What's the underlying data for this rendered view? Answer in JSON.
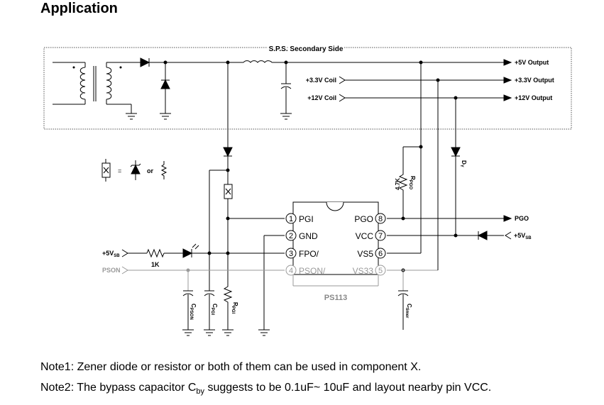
{
  "heading": "Application",
  "diagram": {
    "frame_label": "S.P.S. Secondary Side",
    "outputs": [
      "+5V Output",
      "+3.3V Output",
      "+12V Output"
    ],
    "coils": [
      "+3.3V Coil",
      "+12V Coil"
    ],
    "chip_name": "PS113",
    "pins_left": [
      {
        "num": "1",
        "name": "PGI"
      },
      {
        "num": "2",
        "name": "GND"
      },
      {
        "num": "3",
        "name": "FPO/"
      },
      {
        "num": "4",
        "name": "PSON/"
      }
    ],
    "pins_right": [
      {
        "num": "8",
        "name": "PGO"
      },
      {
        "num": "7",
        "name": "VCC"
      },
      {
        "num": "6",
        "name": "VS5"
      },
      {
        "num": "5",
        "name": "VS33"
      }
    ],
    "signals": {
      "pgo_out": "PGO",
      "v5sb_right_main": "+5V",
      "v5sb_right_sub": "SB",
      "v5sb_left_main": "+5V",
      "v5sb_left_sub": "SB",
      "pson_in": "PSON"
    },
    "components": {
      "resistor_1k": "1K",
      "rpgo_main": "R",
      "rpgo_sub": "PGO",
      "rpgo_value": "4.7K",
      "dy_main": "D",
      "dy_sub": "Y",
      "cpson_main": "C",
      "cpson_sub": "PSON",
      "cpgi_main": "C",
      "cpgi_sub": "PGI",
      "rpgi_main": "R",
      "rpgi_sub": "PGI",
      "ctimer_main": "C",
      "ctimer_sub": "timer",
      "legend_eq": "=",
      "legend_or": "or"
    }
  },
  "notes": {
    "note1": "Note1: Zener diode or resistor or both of them can be used in component X.",
    "note2_prefix": "Note2: The bypass capacitor C",
    "note2_sub": "by",
    "note2_suffix": " suggests to be 0.1uF~ 10uF and layout nearby pin VCC."
  }
}
